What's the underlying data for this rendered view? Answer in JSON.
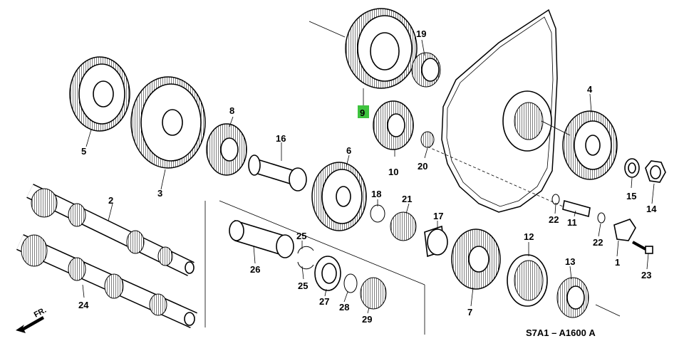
{
  "diagram": {
    "code": "S7A1 – A1600 A",
    "direction_label": "FR.",
    "highlight_color": "#3ec33e",
    "parts": [
      {
        "id": "p1",
        "number": "1"
      },
      {
        "id": "p2",
        "number": "2"
      },
      {
        "id": "p3",
        "number": "3"
      },
      {
        "id": "p4",
        "number": "4"
      },
      {
        "id": "p5",
        "number": "5"
      },
      {
        "id": "p6",
        "number": "6"
      },
      {
        "id": "p7",
        "number": "7"
      },
      {
        "id": "p8",
        "number": "8"
      },
      {
        "id": "p9",
        "number": "9",
        "highlighted": true
      },
      {
        "id": "p10",
        "number": "10"
      },
      {
        "id": "p11",
        "number": "11"
      },
      {
        "id": "p12",
        "number": "12"
      },
      {
        "id": "p13",
        "number": "13"
      },
      {
        "id": "p14",
        "number": "14"
      },
      {
        "id": "p15",
        "number": "15"
      },
      {
        "id": "p16",
        "number": "16"
      },
      {
        "id": "p17",
        "number": "17"
      },
      {
        "id": "p18",
        "number": "18"
      },
      {
        "id": "p19",
        "number": "19"
      },
      {
        "id": "p20",
        "number": "20"
      },
      {
        "id": "p21",
        "number": "21"
      },
      {
        "id": "p22a",
        "number": "22"
      },
      {
        "id": "p22b",
        "number": "22"
      },
      {
        "id": "p23",
        "number": "23"
      },
      {
        "id": "p24",
        "number": "24"
      },
      {
        "id": "p25a",
        "number": "25"
      },
      {
        "id": "p25b",
        "number": "25"
      },
      {
        "id": "p26",
        "number": "26"
      },
      {
        "id": "p27",
        "number": "27"
      },
      {
        "id": "p28",
        "number": "28"
      },
      {
        "id": "p29",
        "number": "29"
      }
    ]
  }
}
